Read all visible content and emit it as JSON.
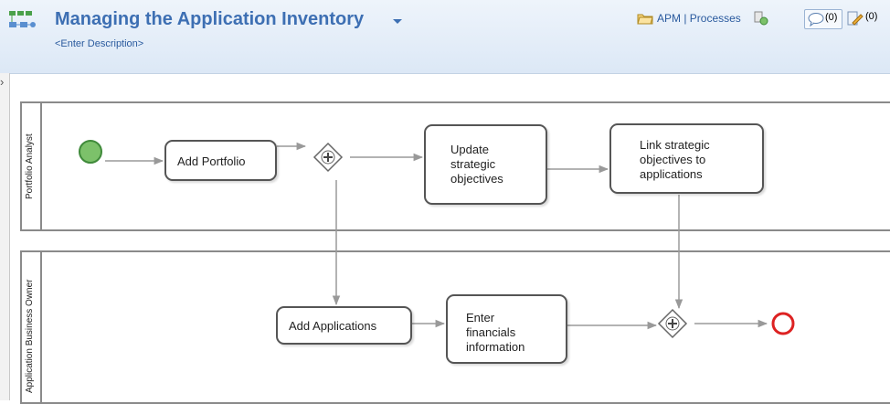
{
  "header": {
    "title": "Managing the Application Inventory",
    "description": "<Enter Description>",
    "breadcrumb_link": "APM | Processes",
    "comments_count": "(0)",
    "edits_count": "(0)"
  },
  "icons": {
    "app": "process-map-icon",
    "title_menu": "caret-down-icon",
    "folder": "folder-icon",
    "settings": "gear-icon",
    "comment": "comment-icon",
    "edit": "edit-icon",
    "collapse": "chevron-right-icon"
  },
  "diagram": {
    "lanes": [
      {
        "label": "Portfolio Analyst"
      },
      {
        "label": "Application Business Owner"
      }
    ],
    "tasks": {
      "add_portfolio": "Add Portfolio",
      "update_objectives": "Update\nstrategic\nobjectives",
      "link_objectives": "Link strategic\nobjectives to\napplications",
      "add_applications": "Add Applications",
      "enter_financials": "Enter\nfinancials\ninformation"
    },
    "colors": {
      "start_event": "#7cc16a",
      "end_event": "#dd2222",
      "title": "#3d6fb3",
      "link": "#2a5a9e"
    }
  }
}
